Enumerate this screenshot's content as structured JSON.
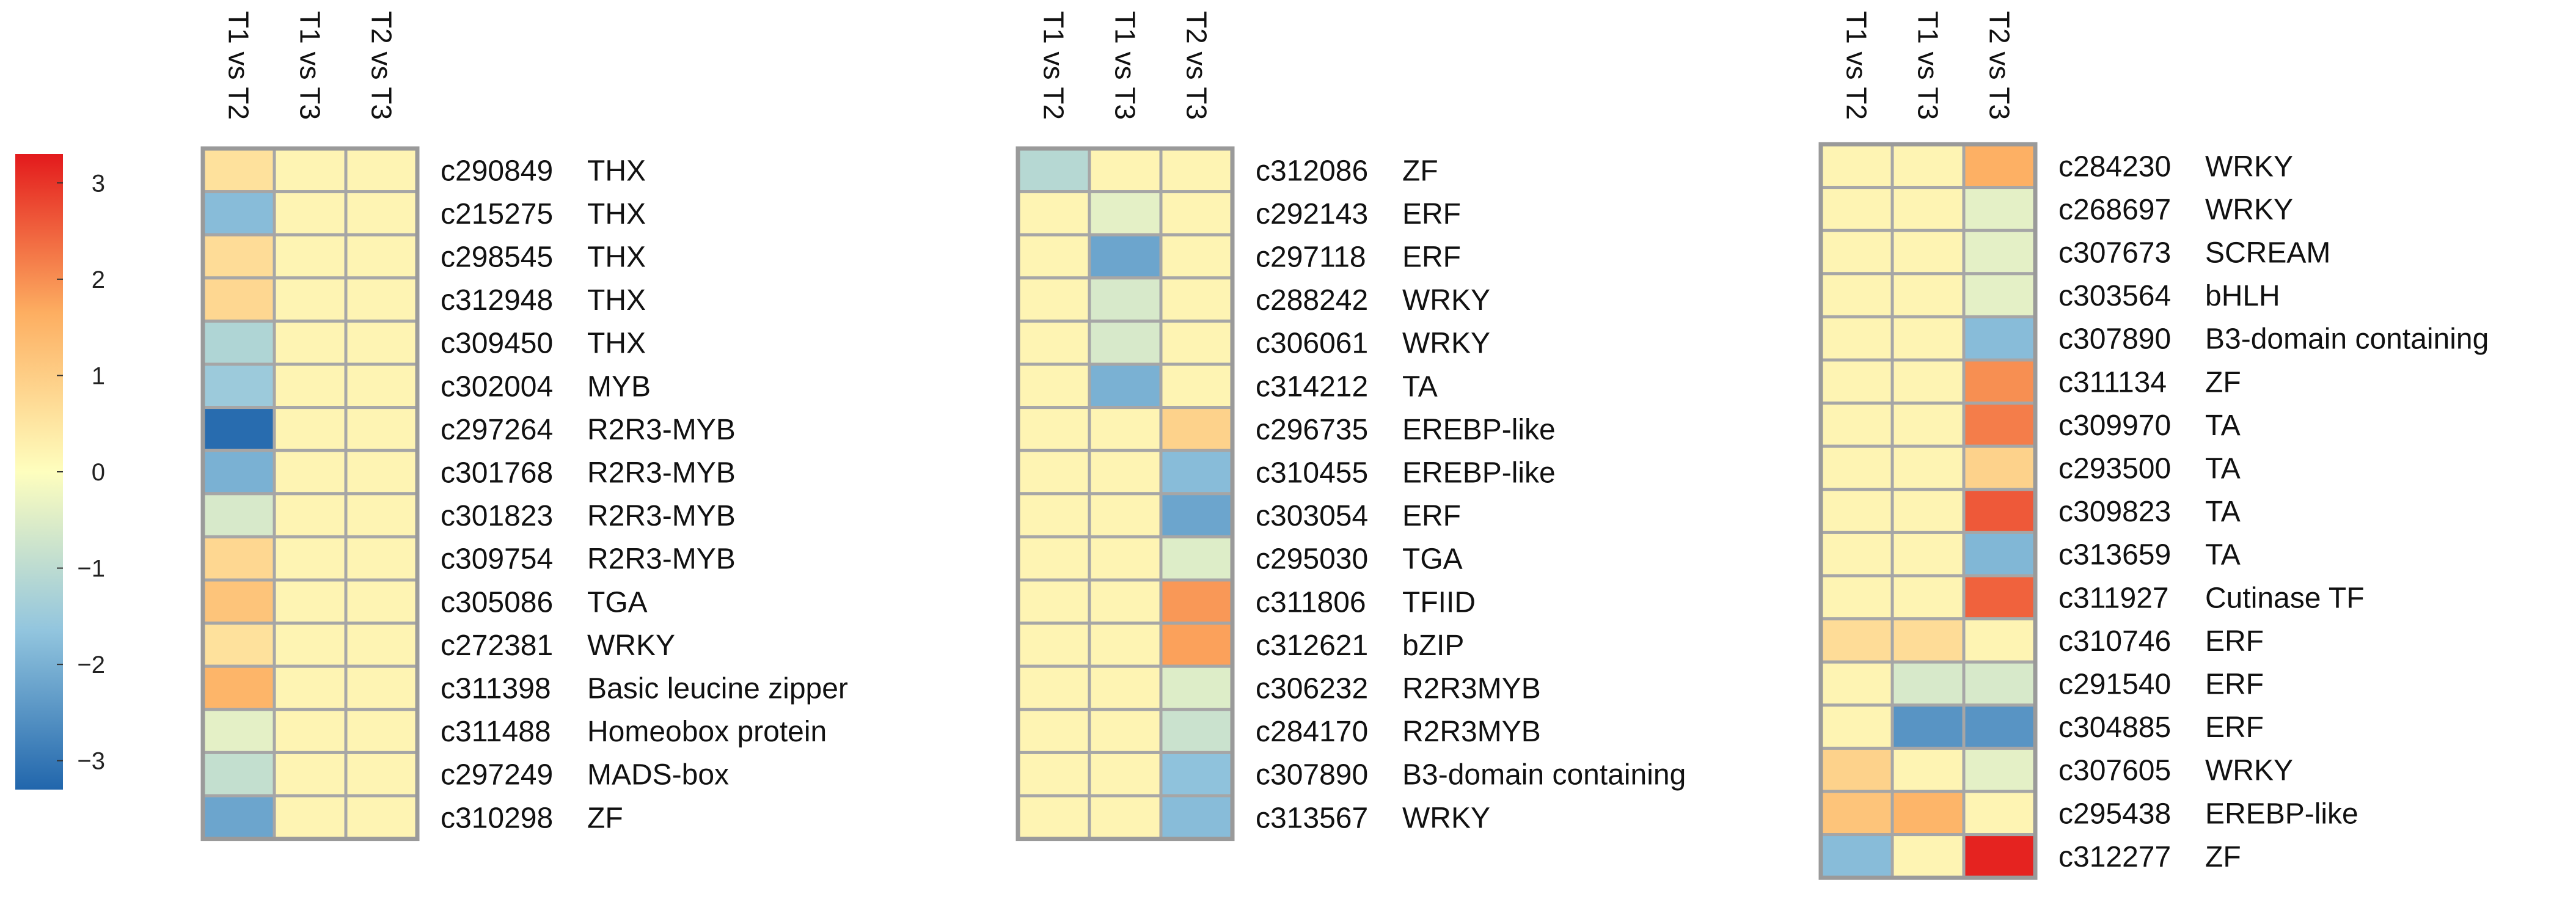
{
  "chart_data": {
    "type": "heatmap",
    "colorbar": {
      "ticks": [
        "3",
        "2",
        "1",
        "0",
        "−1",
        "−2",
        "−3"
      ],
      "min": -3.3,
      "max": 3.3,
      "colors": [
        "#2166ac",
        "#92c5de",
        "#fefebe",
        "#fdae61",
        "#e31a1c"
      ]
    },
    "panels": [
      {
        "columns": [
          "T1 vs T2",
          "T1 vs T3",
          "T2 vs T3"
        ],
        "rows": [
          {
            "id": "c290849",
            "name": "THX",
            "values": [
              0.6,
              0.2,
              0.2
            ]
          },
          {
            "id": "c215275",
            "name": "THX",
            "values": [
              -1.8,
              0.2,
              0.2
            ]
          },
          {
            "id": "c298545",
            "name": "THX",
            "values": [
              0.7,
              0.2,
              0.2
            ]
          },
          {
            "id": "c312948",
            "name": "THX",
            "values": [
              0.8,
              0.2,
              0.2
            ]
          },
          {
            "id": "c309450",
            "name": "THX",
            "values": [
              -1.2,
              0.2,
              0.2
            ]
          },
          {
            "id": "c302004",
            "name": "MYB",
            "values": [
              -1.5,
              0.2,
              0.2
            ]
          },
          {
            "id": "c297264",
            "name": "R2R3-MYB",
            "values": [
              -3.2,
              0.2,
              0.2
            ]
          },
          {
            "id": "c301768",
            "name": "R2R3-MYB",
            "values": [
              -2.0,
              0.2,
              0.2
            ]
          },
          {
            "id": "c301823",
            "name": "R2R3-MYB",
            "values": [
              -0.6,
              0.2,
              0.2
            ]
          },
          {
            "id": "c309754",
            "name": "R2R3-MYB",
            "values": [
              0.8,
              0.2,
              0.2
            ]
          },
          {
            "id": "c305086",
            "name": "TGA",
            "values": [
              1.2,
              0.2,
              0.2
            ]
          },
          {
            "id": "c272381",
            "name": "WRKY",
            "values": [
              0.6,
              0.2,
              0.2
            ]
          },
          {
            "id": "c311398",
            "name": "Basic leucine zipper",
            "values": [
              1.5,
              0.2,
              0.2
            ]
          },
          {
            "id": "c311488",
            "name": "Homeobox protein",
            "values": [
              -0.4,
              0.2,
              0.2
            ]
          },
          {
            "id": "c297249",
            "name": "MADS-box",
            "values": [
              -0.9,
              0.2,
              0.2
            ]
          },
          {
            "id": "c310298",
            "name": "ZF",
            "values": [
              -2.2,
              0.2,
              0.2
            ]
          }
        ]
      },
      {
        "columns": [
          "T1 vs T2",
          "T1 vs T3",
          "T2 vs T3"
        ],
        "rows": [
          {
            "id": "c312086",
            "name": "ZF",
            "values": [
              -1.1,
              0.2,
              0.2
            ]
          },
          {
            "id": "c292143",
            "name": "ERF",
            "values": [
              0.2,
              -0.4,
              0.2
            ]
          },
          {
            "id": "c297118",
            "name": "ERF",
            "values": [
              0.2,
              -2.2,
              0.2
            ]
          },
          {
            "id": "c288242",
            "name": "WRKY",
            "values": [
              0.2,
              -0.6,
              0.2
            ]
          },
          {
            "id": "c306061",
            "name": "WRKY",
            "values": [
              0.2,
              -0.6,
              0.2
            ]
          },
          {
            "id": "c314212",
            "name": "TA",
            "values": [
              0.2,
              -2.0,
              0.2
            ]
          },
          {
            "id": "c296735",
            "name": "EREBP-like",
            "values": [
              0.2,
              0.2,
              0.9
            ]
          },
          {
            "id": "c310455",
            "name": "EREBP-like",
            "values": [
              0.2,
              0.2,
              -1.8
            ]
          },
          {
            "id": "c303054",
            "name": "ERF",
            "values": [
              0.2,
              0.2,
              -2.2
            ]
          },
          {
            "id": "c295030",
            "name": "TGA",
            "values": [
              0.2,
              0.2,
              -0.5
            ]
          },
          {
            "id": "c311806",
            "name": "TFIID",
            "values": [
              0.2,
              0.2,
              1.9
            ]
          },
          {
            "id": "c312621",
            "name": "bZIP",
            "values": [
              0.2,
              0.2,
              1.8
            ]
          },
          {
            "id": "c306232",
            "name": "R2R3MYB",
            "values": [
              0.2,
              0.2,
              -0.5
            ]
          },
          {
            "id": "c284170",
            "name": "R2R3MYB",
            "values": [
              0.2,
              0.2,
              -0.8
            ]
          },
          {
            "id": "c307890",
            "name": "B3-domain containing",
            "values": [
              0.2,
              0.2,
              -1.7
            ]
          },
          {
            "id": "c313567",
            "name": "WRKY",
            "values": [
              0.2,
              0.2,
              -1.8
            ]
          }
        ]
      },
      {
        "columns": [
          "T1 vs T2",
          "T1 vs T3",
          "T2 vs T3"
        ],
        "rows": [
          {
            "id": "c284230",
            "name": "WRKY",
            "values": [
              0.2,
              0.2,
              1.6
            ]
          },
          {
            "id": "c268697",
            "name": "WRKY",
            "values": [
              0.2,
              0.2,
              -0.4
            ]
          },
          {
            "id": "c307673",
            "name": "SCREAM",
            "values": [
              0.2,
              0.2,
              -0.4
            ]
          },
          {
            "id": "c303564",
            "name": "bHLH",
            "values": [
              0.2,
              0.2,
              -0.4
            ]
          },
          {
            "id": "c307890",
            "name": "B3-domain containing",
            "values": [
              0.2,
              0.2,
              -1.8
            ]
          },
          {
            "id": "c311134",
            "name": "ZF",
            "values": [
              0.2,
              0.2,
              2.0
            ]
          },
          {
            "id": "c309970",
            "name": "TA",
            "values": [
              0.2,
              0.2,
              2.2
            ]
          },
          {
            "id": "c293500",
            "name": "TA",
            "values": [
              0.2,
              0.2,
              0.9
            ]
          },
          {
            "id": "c309823",
            "name": "TA",
            "values": [
              0.2,
              0.2,
              2.6
            ]
          },
          {
            "id": "c313659",
            "name": "TA",
            "values": [
              0.2,
              0.2,
              -1.9
            ]
          },
          {
            "id": "c311927",
            "name": "Cutinase TF",
            "values": [
              0.2,
              0.2,
              2.5
            ]
          },
          {
            "id": "c310746",
            "name": "ERF",
            "values": [
              0.7,
              0.7,
              0.2
            ]
          },
          {
            "id": "c291540",
            "name": "ERF",
            "values": [
              0.2,
              -0.6,
              -0.6
            ]
          },
          {
            "id": "c304885",
            "name": "ERF",
            "values": [
              0.2,
              -2.5,
              -2.5
            ]
          },
          {
            "id": "c307605",
            "name": "WRKY",
            "values": [
              0.9,
              0.2,
              -0.4
            ]
          },
          {
            "id": "c295438",
            "name": "EREBP-like",
            "values": [
              1.2,
              1.5,
              0.2
            ]
          },
          {
            "id": "c312277",
            "name": "ZF",
            "values": [
              -1.8,
              0.2,
              3.2
            ]
          }
        ]
      }
    ]
  }
}
